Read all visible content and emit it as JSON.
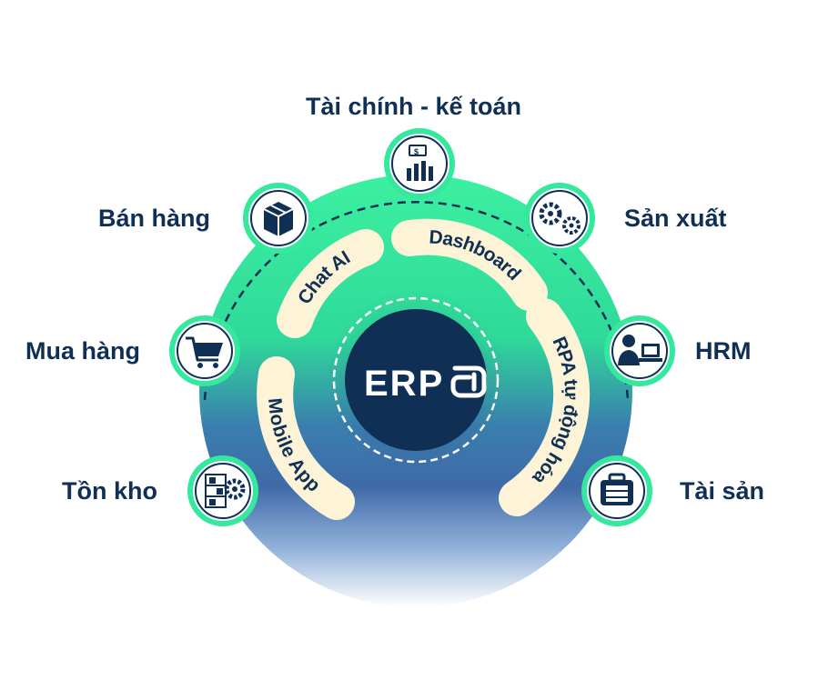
{
  "center": {
    "logo_text": "ERP",
    "logo_mark": "@1"
  },
  "modules": {
    "finance": {
      "label": "Tài chính - kế toán",
      "icon": "finance-chart-icon"
    },
    "sales": {
      "label": "Bán hàng",
      "icon": "box-icon"
    },
    "production": {
      "label": "Sản xuất",
      "icon": "gears-icon"
    },
    "purchasing": {
      "label": "Mua hàng",
      "icon": "cart-icon"
    },
    "hrm": {
      "label": "HRM",
      "icon": "employee-icon"
    },
    "inventory": {
      "label": "Tồn kho",
      "icon": "warehouse-gear-icon"
    },
    "assets": {
      "label": "Tài sản",
      "icon": "briefcase-money-icon"
    }
  },
  "features": {
    "chat_ai": "Chat AI",
    "dashboard": "Dashboard",
    "mobile_app": "Mobile App",
    "rpa": "RPA tự động hóa"
  },
  "colors": {
    "navy": "#0f2f55",
    "mint": "#34e89e",
    "blue": "#3a6fb0",
    "pill": "#fdf4d8"
  }
}
